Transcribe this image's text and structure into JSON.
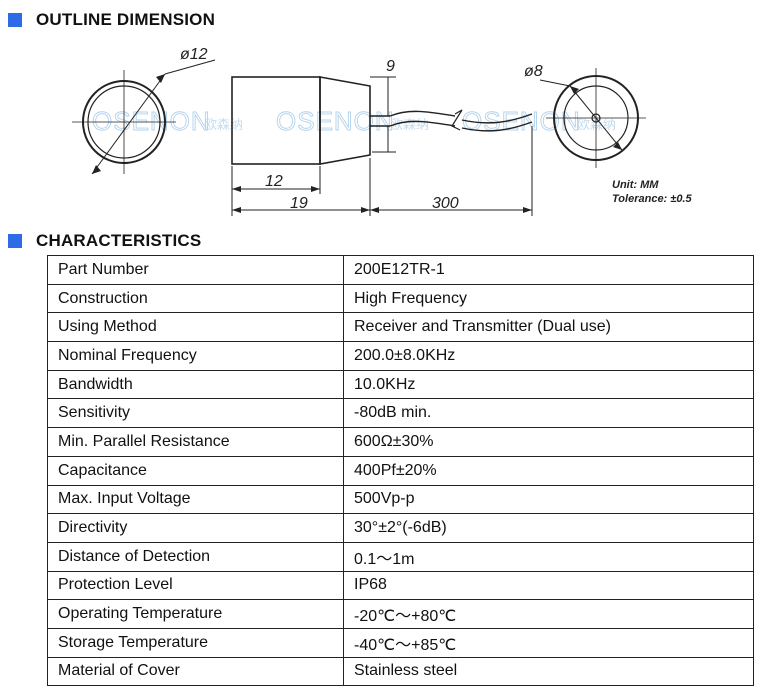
{
  "sections": {
    "outline_title": "OUTLINE DIMENSION",
    "characteristics_title": "CHARACTERISTICS"
  },
  "drawing": {
    "front_diameter_label": "ø12",
    "back_diameter_label": "ø8",
    "cable_diameter_label": "9",
    "body_length_label": "12",
    "total_length_label": "19",
    "cable_length_label": "300",
    "unit_note": "Unit: MM",
    "tolerance_note": "Tolerance: ±0.5",
    "watermark_text": "OSENON",
    "watermark_cn": "欧森纳"
  },
  "characteristics": [
    {
      "param": "Part Number",
      "value": "200E12TR-1"
    },
    {
      "param": "Construction",
      "value": "High Frequency"
    },
    {
      "param": "Using Method",
      "value": "Receiver and Transmitter (Dual use)"
    },
    {
      "param": "Nominal Frequency",
      "value": "200.0±8.0KHz"
    },
    {
      "param": "Bandwidth",
      "value": "10.0KHz"
    },
    {
      "param": "Sensitivity",
      "value": "-80dB min."
    },
    {
      "param": "Min. Parallel Resistance",
      "value": "600Ω±30%"
    },
    {
      "param": "Capacitance",
      "value": "400Pf±20%"
    },
    {
      "param": "Max. Input Voltage",
      "value": "500Vp-p"
    },
    {
      "param": "Directivity",
      "value": "30°±2°(-6dB)"
    },
    {
      "param": "Distance of Detection",
      "value": "0.1～1m"
    },
    {
      "param": "Protection Level",
      "value": "IP68"
    },
    {
      "param": "Operating Temperature",
      "value": "-20℃～+80℃"
    },
    {
      "param": "Storage Temperature",
      "value": "-40℃～+85℃"
    },
    {
      "param": "Material of Cover",
      "value": "Stainless steel"
    }
  ],
  "colors": {
    "accent": "#2e6be6",
    "watermark": "#9fc6e6",
    "line": "#222222"
  }
}
